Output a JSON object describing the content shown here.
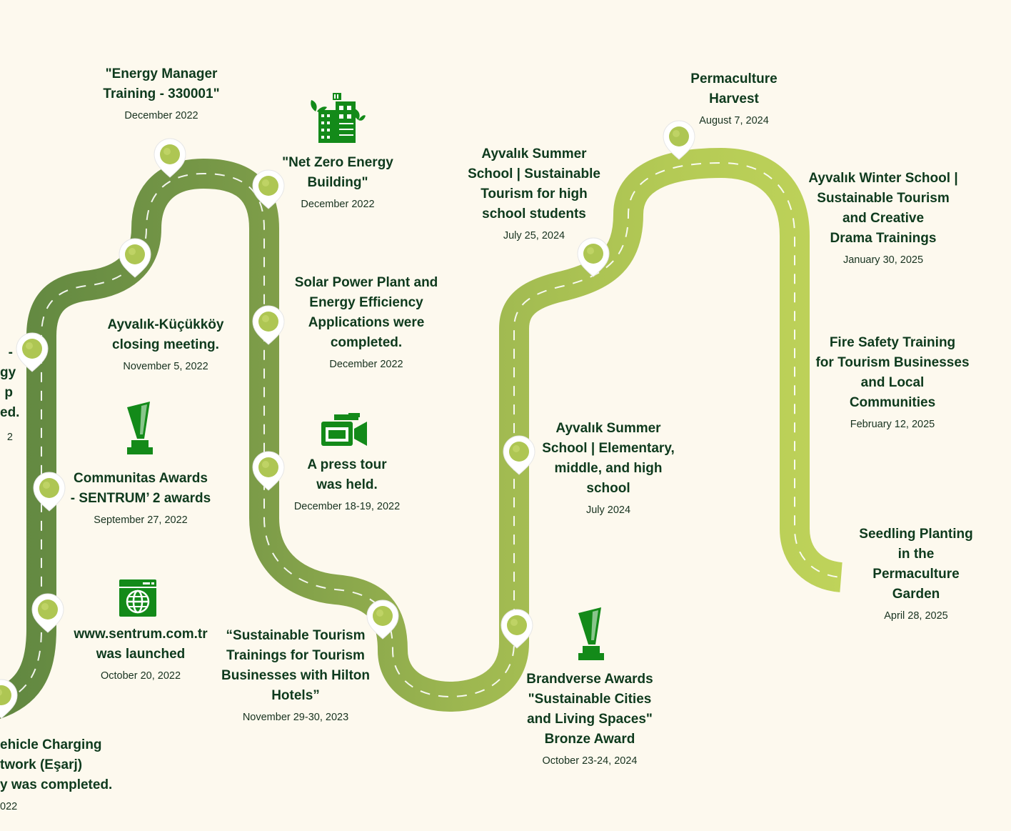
{
  "colors": {
    "background": "#fdf9ee",
    "road_dark": "#6b8f44",
    "road_mid": "#97b24f",
    "road_light": "#b7cc55",
    "pin_fill": "#aec653",
    "icon_green": "#138a19",
    "text": "#0e3a1d"
  },
  "events": [
    {
      "title": "\"Energy Manager\nTraining - 330001\"",
      "date": "December 2022"
    },
    {
      "title": "\"Net Zero Energy\nBuilding\"",
      "date": "December 2022"
    },
    {
      "title": "Ayvalık-Küçükköy\nclosing meeting.",
      "date": "November 5, 2022"
    },
    {
      "title": "Solar Power Plant and\nEnergy Efficiency\nApplications were\ncompleted.",
      "date": "December 2022"
    },
    {
      "title": "-\ngy\np\ned.",
      "date": "2"
    },
    {
      "title": "Communitas Awards\n- SENTRUM’ 2 awards",
      "date": "September 27, 2022"
    },
    {
      "title": "A press tour\nwas held.",
      "date": "December 18-19, 2022"
    },
    {
      "title": "www.sentrum.com.tr\nwas launched",
      "date": "October 20, 2022"
    },
    {
      "title": "“Sustainable Tourism\nTrainings for Tourism\nBusinesses with Hilton\nHotels”",
      "date": "November 29-30, 2023"
    },
    {
      "title": "ehicle Charging\ntwork (Eşarj)\ny was completed.",
      "date": "022"
    },
    {
      "title": "Ayvalık Summer\nSchool | Sustainable\nTourism for high\nschool students",
      "date": "July 25, 2024"
    },
    {
      "title": "Ayvalık Summer\nSchool | Elementary,\nmiddle, and high\nschool",
      "date": "July 2024"
    },
    {
      "title": "Brandverse Awards\n\"Sustainable Cities\nand Living Spaces\"\nBronze Award",
      "date": "October 23-24, 2024"
    },
    {
      "title": "Permaculture\nHarvest",
      "date": "August 7, 2024"
    },
    {
      "title": "Ayvalık Winter School |\nSustainable Tourism\nand Creative\nDrama Trainings",
      "date": "January 30, 2025"
    },
    {
      "title": "Fire Safety Training\nfor Tourism Businesses\nand Local\nCommunities",
      "date": "February 12, 2025"
    },
    {
      "title": "Seedling Planting\nin the\nPermaculture\nGarden",
      "date": "April 28, 2025"
    }
  ],
  "icons": [
    "green-building-icon",
    "trophy-icon",
    "video-camera-icon",
    "website-globe-icon",
    "trophy-icon"
  ]
}
